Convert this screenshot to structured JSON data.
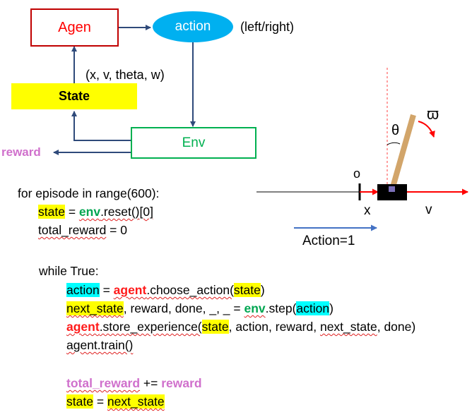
{
  "diagram": {
    "agent_label": "Agen",
    "action_label": "action",
    "action_note": "(left/right)",
    "state_label": "State",
    "state_note": "(x, v, theta, w)",
    "env_label": "Env",
    "reward_label": "reward"
  },
  "cartpole": {
    "theta_symbol": "θ",
    "omega_symbol": "ϖ",
    "origin_label": "o",
    "x_label": "x",
    "v_label": "v",
    "action_caption": "Action=1"
  },
  "code": {
    "l1": "for episode in range(600):",
    "l2_a": "state",
    "l2_b": " = ",
    "l2_c": "env",
    "l2_d": ".reset()[0]",
    "l3_a": "total_reward",
    "l3_b": " = 0",
    "l4": "while True:",
    "l5_a": "action",
    "l5_b": " = ",
    "l5_c": "agent",
    "l5_d": ".choose_action(",
    "l5_e": "state",
    "l5_f": ")",
    "l6_a": "next_state",
    "l6_b": ", reward, done, _, _ = ",
    "l6_c": "env",
    "l6_d": ".step(",
    "l6_e": "action",
    "l6_f": ")",
    "l7_a": "agent",
    "l7_b": ".store_experience(",
    "l7_c": "state",
    "l7_d": ", action, reward, ",
    "l7_e": "next_state",
    "l7_f": ", done)",
    "l8": "agent.train()",
    "l9_a": "total_reward",
    "l9_b": " += ",
    "l9_c": "reward",
    "l10_a": "state",
    "l10_b": " = ",
    "l10_c": "next_state"
  },
  "colors": {
    "agent_border": "#c00000",
    "agent_text": "#ff0000",
    "action_fill": "#00b0f0",
    "state_fill": "#ffff00",
    "env_border": "#00b050",
    "env_text": "#00b050",
    "arrow": "#2f4a7a",
    "reward_text": "#d070cc",
    "axis_red": "#ff0000",
    "action_arrow": "#4472c4"
  }
}
